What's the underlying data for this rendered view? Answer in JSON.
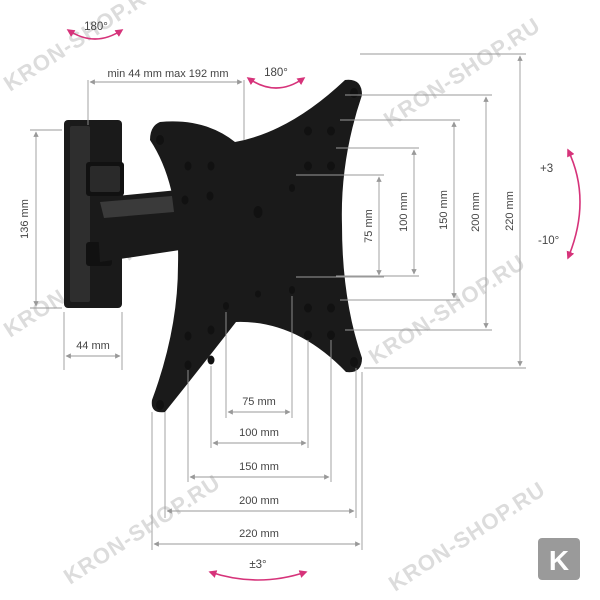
{
  "watermark": "KRON-SHOP.RU",
  "badge_letter": "K",
  "colors": {
    "accent": "#d6337a",
    "line": "#999999",
    "ink": "#1a1a1a",
    "badge": "#9a9a9a"
  },
  "rotation": {
    "top_left": "180°",
    "top_center": "180°",
    "tilt_up": "+3",
    "tilt_down": "-10°",
    "bottom": "±3°"
  },
  "arm": {
    "extension": "min 44 mm max 192 mm",
    "wall_height": "136 mm",
    "wall_width": "44 mm"
  },
  "vesa_vertical": [
    "75 mm",
    "100 mm",
    "150 mm",
    "200 mm",
    "220 mm"
  ],
  "vesa_horizontal": [
    "75 mm",
    "100 mm",
    "150 mm",
    "200 mm",
    "220 mm"
  ]
}
